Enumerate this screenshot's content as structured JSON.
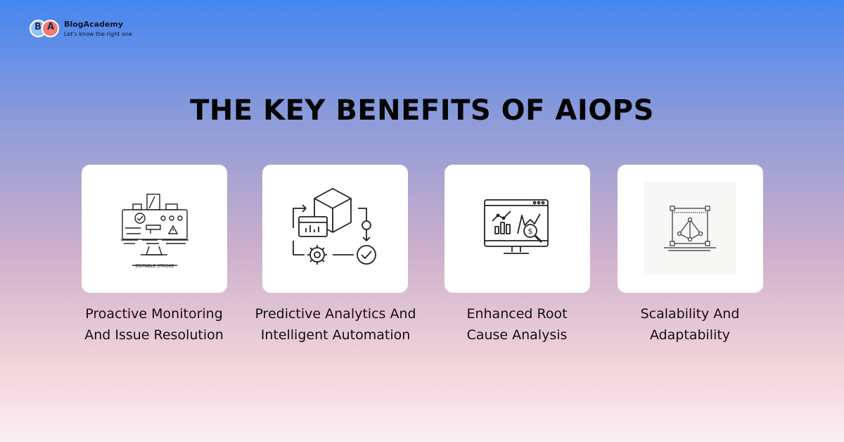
{
  "brand": {
    "logo_letters": [
      "B",
      "A"
    ],
    "name": "BlogAcademy",
    "tagline": "Let's know the right one"
  },
  "title": "THE KEY BENEFITS OF AIOPS",
  "benefits": [
    {
      "icon": "monitoring-dashboard-icon",
      "icon_caption": "EDITABLE STROKE",
      "line1": "Proactive Monitoring",
      "line2": "And Issue Resolution"
    },
    {
      "icon": "automation-cycle-icon",
      "line1": "Predictive Analytics And",
      "line2": "Intelligent Automation"
    },
    {
      "icon": "analytics-monitor-icon",
      "line1": "Enhanced Root",
      "line2": "Cause Analysis"
    },
    {
      "icon": "vector-scalability-icon",
      "line1": "Scalability And",
      "line2": "Adaptability"
    }
  ]
}
